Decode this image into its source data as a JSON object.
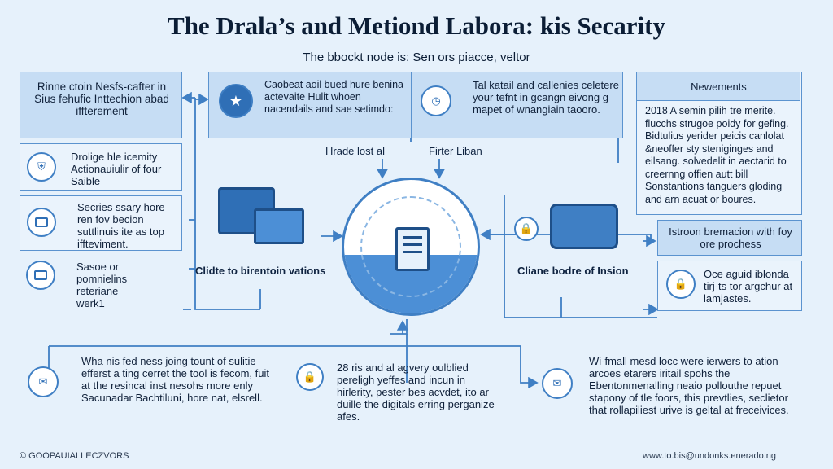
{
  "title": "The Drala’s and Metiond Labora: kis Secarity",
  "subtitle": "The bbockt node is: Sen ors piacce, veltor",
  "left_top_box": "Rinne ctoin Nesfs-cafter in Sius fehufic Inttechion abad iffterement",
  "left_items": [
    "Drolige hle icemity Actionauiulir of four Saible",
    "Secries ssary hore ren fov becion suttlinuis ite as top iffteviment.",
    "Sasoe or pomnielins reteriane werk1"
  ],
  "top_mid_box1": "Caobeat aoil bued hure benina actevaite Hulit whoen nacendails and sae setimdo:",
  "top_mid_box2": "Tal katail and callenies celetere your tefnt in gcangn eivong g mapet of wnangiain taooro.",
  "right_top_title": "Newements",
  "right_top_body": "2018 A semin pilih tre merite. flucchs strugoe poidy for gefing. Bidtulius yerider peicis canlolat &neoffer sty steniginges and eilsang. solvedelit in aectarid to creernng offien autt bill Sonstantions tanguers gloding and arn acuat or boures.",
  "right_mid_box": "Istroon bremacion with foy ore prochess",
  "right_lower_box": "Oce aguid iblonda tirj-ts tor argchur at lamjastes.",
  "label_trade": "Hrade lost al",
  "label_firter": "Firter Liban",
  "label_left_cluster": "Clidte to birentoin vations",
  "label_right_cluster": "Cliane bodre of Insion",
  "bottom_items": [
    "Wha nis fed ness joing tount of sulitie efferst a ting cerret the tool is fecom, fuit at the resincal inst nesohs more enly Sacunadar Bachtiluni, hore nat, elsrell.",
    "28 ris and al agvery oulblied pereligh yeffes and incun in hirlerity, pester bes acvdet, ito ar duille the digitals erring perganize afes.",
    "Wi-fmall mesd locc were ierwers to ation arcoes etarers iritail spohs the Ebentonmenalling neaio pollouthe repuet stapony of tle foors, this prevtlies, seclietor that rollapiliest urive is geltal at freceivices."
  ],
  "footer_left": "© GOOPAUIALLECZVORS",
  "footer_right": "www.to.bis@undonks.enerado.ng"
}
